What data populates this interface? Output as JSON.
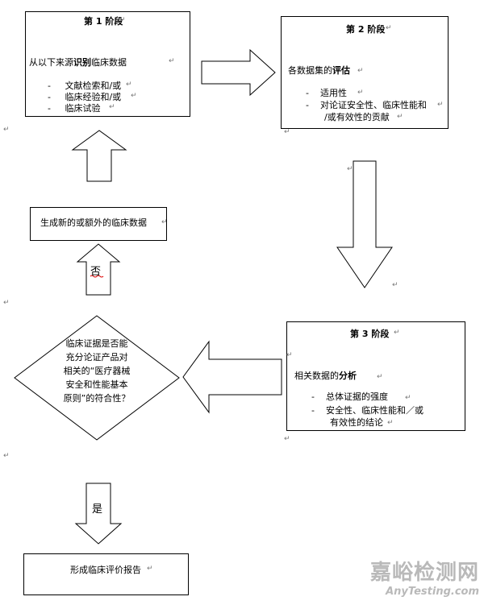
{
  "stage1": {
    "title": "第 1 阶段",
    "intro_pre": "从以下来源",
    "intro_bold": "识别",
    "intro_post": "临床数据",
    "items": [
      "文献检索和/或",
      "临床经验和/或",
      "临床试验"
    ]
  },
  "stage2": {
    "title": "第 2 阶段",
    "intro_pre": "各数据集的",
    "intro_bold": "评估",
    "items": [
      "适用性",
      "对论证安全性、临床性能和",
      "/或有效性的贡献"
    ]
  },
  "stage3": {
    "title": "第 3 阶段",
    "intro_pre": "相关数据的",
    "intro_bold": "分析",
    "items": [
      "总体证据的强度",
      "安全性、临床性能和／或",
      "有效性的结论"
    ]
  },
  "generate_box": {
    "text": "生成新的或额外的临床数据"
  },
  "decision": {
    "lines": [
      "临床证据是否能",
      "充分论证产品对",
      "相关的“医疗器械",
      "安全和性能基本",
      "原则”的符合性？"
    ]
  },
  "no_label": "否",
  "yes_label": "是",
  "report_box": {
    "text": "形成临床评价报告"
  },
  "bullet": "-",
  "return_mark": "↵",
  "watermark": {
    "cn": "嘉峪检测网",
    "en": "AnyTesting.com"
  }
}
